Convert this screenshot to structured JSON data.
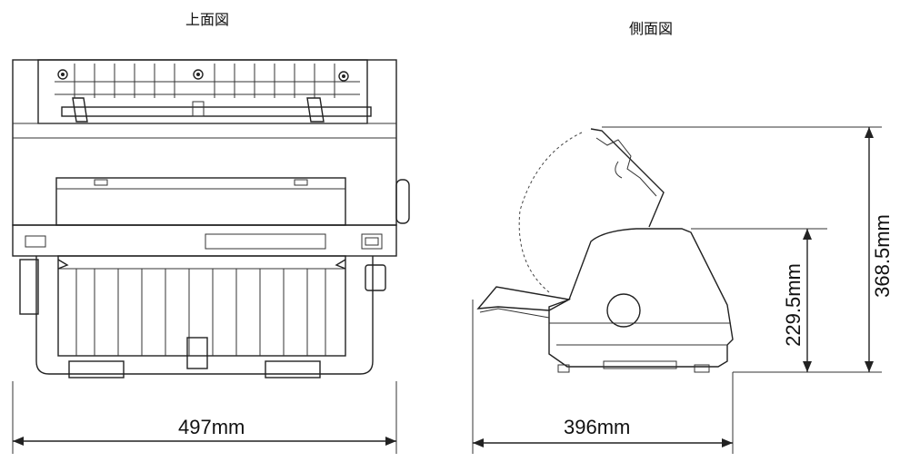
{
  "views": {
    "top_title": "上面図",
    "side_title": "側面図"
  },
  "dimensions": {
    "width": "497mm",
    "depth": "396mm",
    "height_closed": "229.5mm",
    "height_open": "368.5mm"
  },
  "colors": {
    "line": "#222222",
    "background": "#ffffff"
  }
}
